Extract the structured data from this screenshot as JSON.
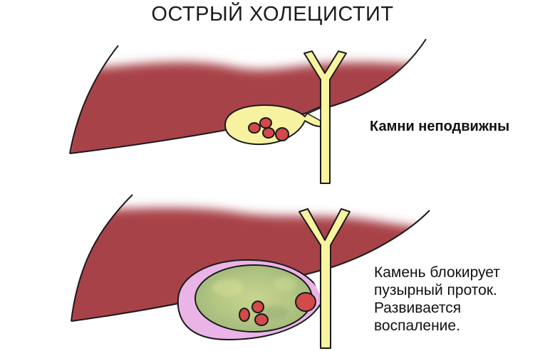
{
  "title": "ОСТРЫЙ ХОЛЕЦИСТИТ",
  "panels": [
    {
      "id": "top",
      "caption_lines": [
        "Камни неподвижны"
      ],
      "elements": [
        "liver",
        "gallbladder",
        "gallstones",
        "cystic-duct",
        "common-bile-duct"
      ],
      "stone_count": 4
    },
    {
      "id": "bottom",
      "caption_lines": [
        "Камень блокирует",
        "пузырный проток.",
        "Развивается",
        "воспаление."
      ],
      "elements": [
        "liver",
        "inflamed-gallbladder-wall",
        "gallbladder-lumen",
        "gallstones",
        "blocking-stone",
        "common-bile-duct"
      ],
      "stone_count": 4
    }
  ],
  "colors": {
    "liver": "#a8434a",
    "bile_duct": "#f8f4a0",
    "gallbladder": "#f6f2a0",
    "stone": "#d24a4a",
    "inflamed_wall": "#eab4e6",
    "lumen": "#b8c987",
    "outline": "#1a1a1a"
  }
}
